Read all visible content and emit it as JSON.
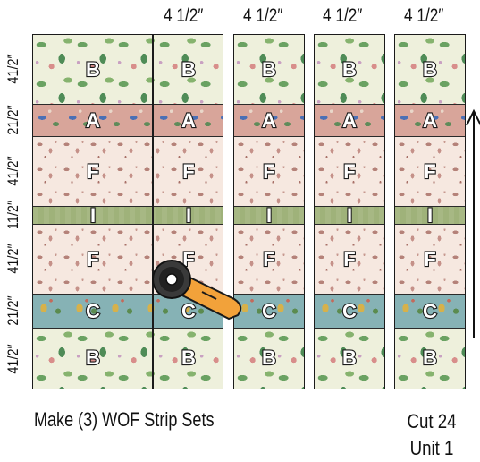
{
  "column_widths": [
    "4 1/2″",
    "4 1/2″",
    "4 1/2″",
    "4 1/2″"
  ],
  "row_heights": [
    "41/2″",
    "21/2″",
    "41/2″",
    "11/2″",
    "41/2″",
    "21/2″",
    "41/2″"
  ],
  "fabric_sequence": [
    "B",
    "A",
    "F",
    "I",
    "F",
    "C",
    "B"
  ],
  "caption_left": "Make (3) WOF Strip Sets",
  "caption_right_line1": "Cut 24",
  "caption_right_line2": "Unit 1",
  "fabric_colors": {
    "B": "#eef0dc",
    "A": "#d8a59a",
    "F": "#f6e8e0",
    "I": "#9fb27a",
    "C": "#86b2b5"
  },
  "icons": [
    "rotary-cutter-icon",
    "arrow-up-icon"
  ]
}
